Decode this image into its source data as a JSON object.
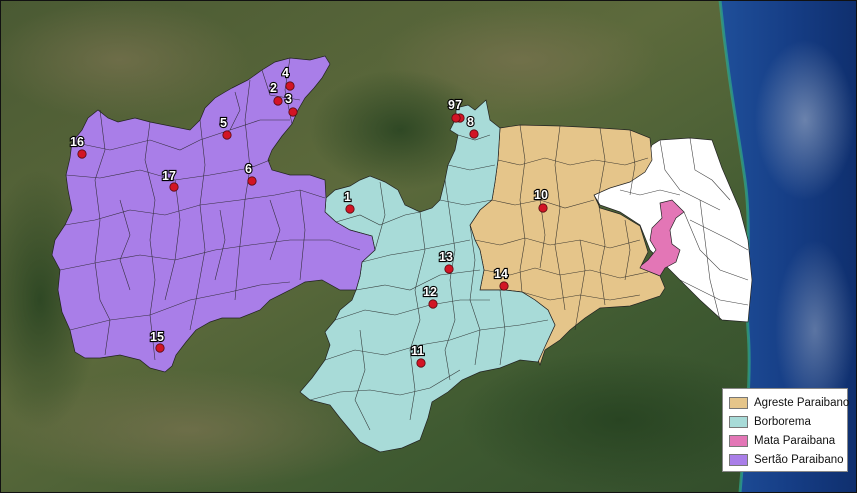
{
  "colors": {
    "agreste": "#e5c58a",
    "borborema": "#a8dbd8",
    "mata": "#e376b6",
    "sertao": "#a97ee8",
    "litoral": "#ffffff",
    "point": "#d21525"
  },
  "legend": [
    {
      "label": "Agreste Paraibano",
      "color": "#e5c58a"
    },
    {
      "label": "Borborema",
      "color": "#a8dbd8"
    },
    {
      "label": "Mata Paraibana",
      "color": "#e376b6"
    },
    {
      "label": "Sertão Paraibano",
      "color": "#a97ee8"
    }
  ],
  "points": [
    {
      "id": "1"
    },
    {
      "id": "2"
    },
    {
      "id": "3"
    },
    {
      "id": "4"
    },
    {
      "id": "5"
    },
    {
      "id": "6"
    },
    {
      "id": "7"
    },
    {
      "id": "8"
    },
    {
      "id": "9"
    },
    {
      "id": "10"
    },
    {
      "id": "11"
    },
    {
      "id": "12"
    },
    {
      "id": "13"
    },
    {
      "id": "14"
    },
    {
      "id": "15"
    },
    {
      "id": "16"
    },
    {
      "id": "17"
    }
  ]
}
